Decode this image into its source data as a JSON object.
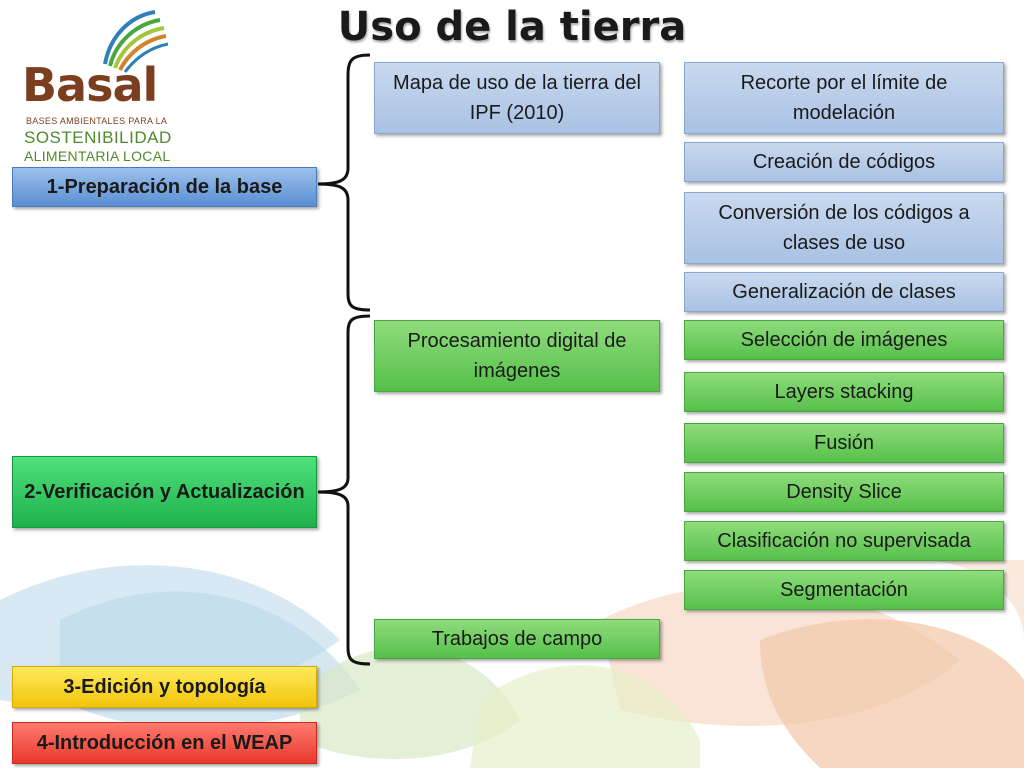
{
  "title": "Uso de la tierra",
  "logo": {
    "name": "Basal",
    "line1": "BASES AMBIENTALES PARA LA",
    "line2": "SOSTENIBILIDAD",
    "line3": "ALIMENTARIA LOCAL"
  },
  "steps": [
    "1-Preparación de la base",
    "2-Verificación y Actualización",
    "3-Edición y topología",
    "4-Introducción en el WEAP"
  ],
  "middle": [
    "Mapa de uso de la tierra del IPF (2010)",
    "Procesamiento digital de imágenes",
    "Trabajos de campo"
  ],
  "right_blue": [
    "Recorte por el límite de modelación",
    "Creación de códigos",
    "Conversión de los códigos a clases de uso",
    "Generalización de clases"
  ],
  "right_green": [
    "Selección de imágenes",
    "Layers stacking",
    "Fusión",
    "Density Slice",
    "Clasificación no supervisada",
    "Segmentación"
  ],
  "colors": {
    "blue_box": "#b9cde9",
    "green_box": "#6dcc5e",
    "step1": "#6f9dd8",
    "step2": "#2cc45a",
    "step3": "#f7d21e",
    "step4": "#ee4a3d"
  }
}
